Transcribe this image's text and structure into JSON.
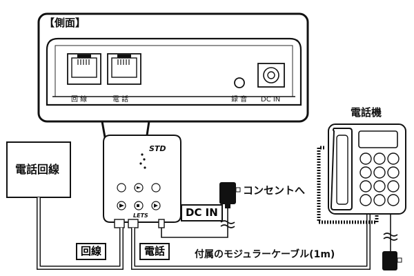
{
  "side_view": {
    "title": "【側面】",
    "port_line": "回 線",
    "port_phone": "電 話",
    "port_record": "録 音",
    "port_dcin": "DC IN"
  },
  "phone_line_box": {
    "label": "電話回線"
  },
  "device": {
    "brand": "STD",
    "logo": "LETS"
  },
  "labels": {
    "line": "回線",
    "phone": "電話",
    "dcin": "DC IN",
    "outlet": "コンセントへ",
    "telephone": "電話機",
    "cable": "付属のモジュラーケーブル(1m)"
  },
  "icons": [
    "phone-jack-icon",
    "audio-jack-icon",
    "dc-power-jack-icon",
    "ac-adapter-icon",
    "telephone-icon"
  ]
}
